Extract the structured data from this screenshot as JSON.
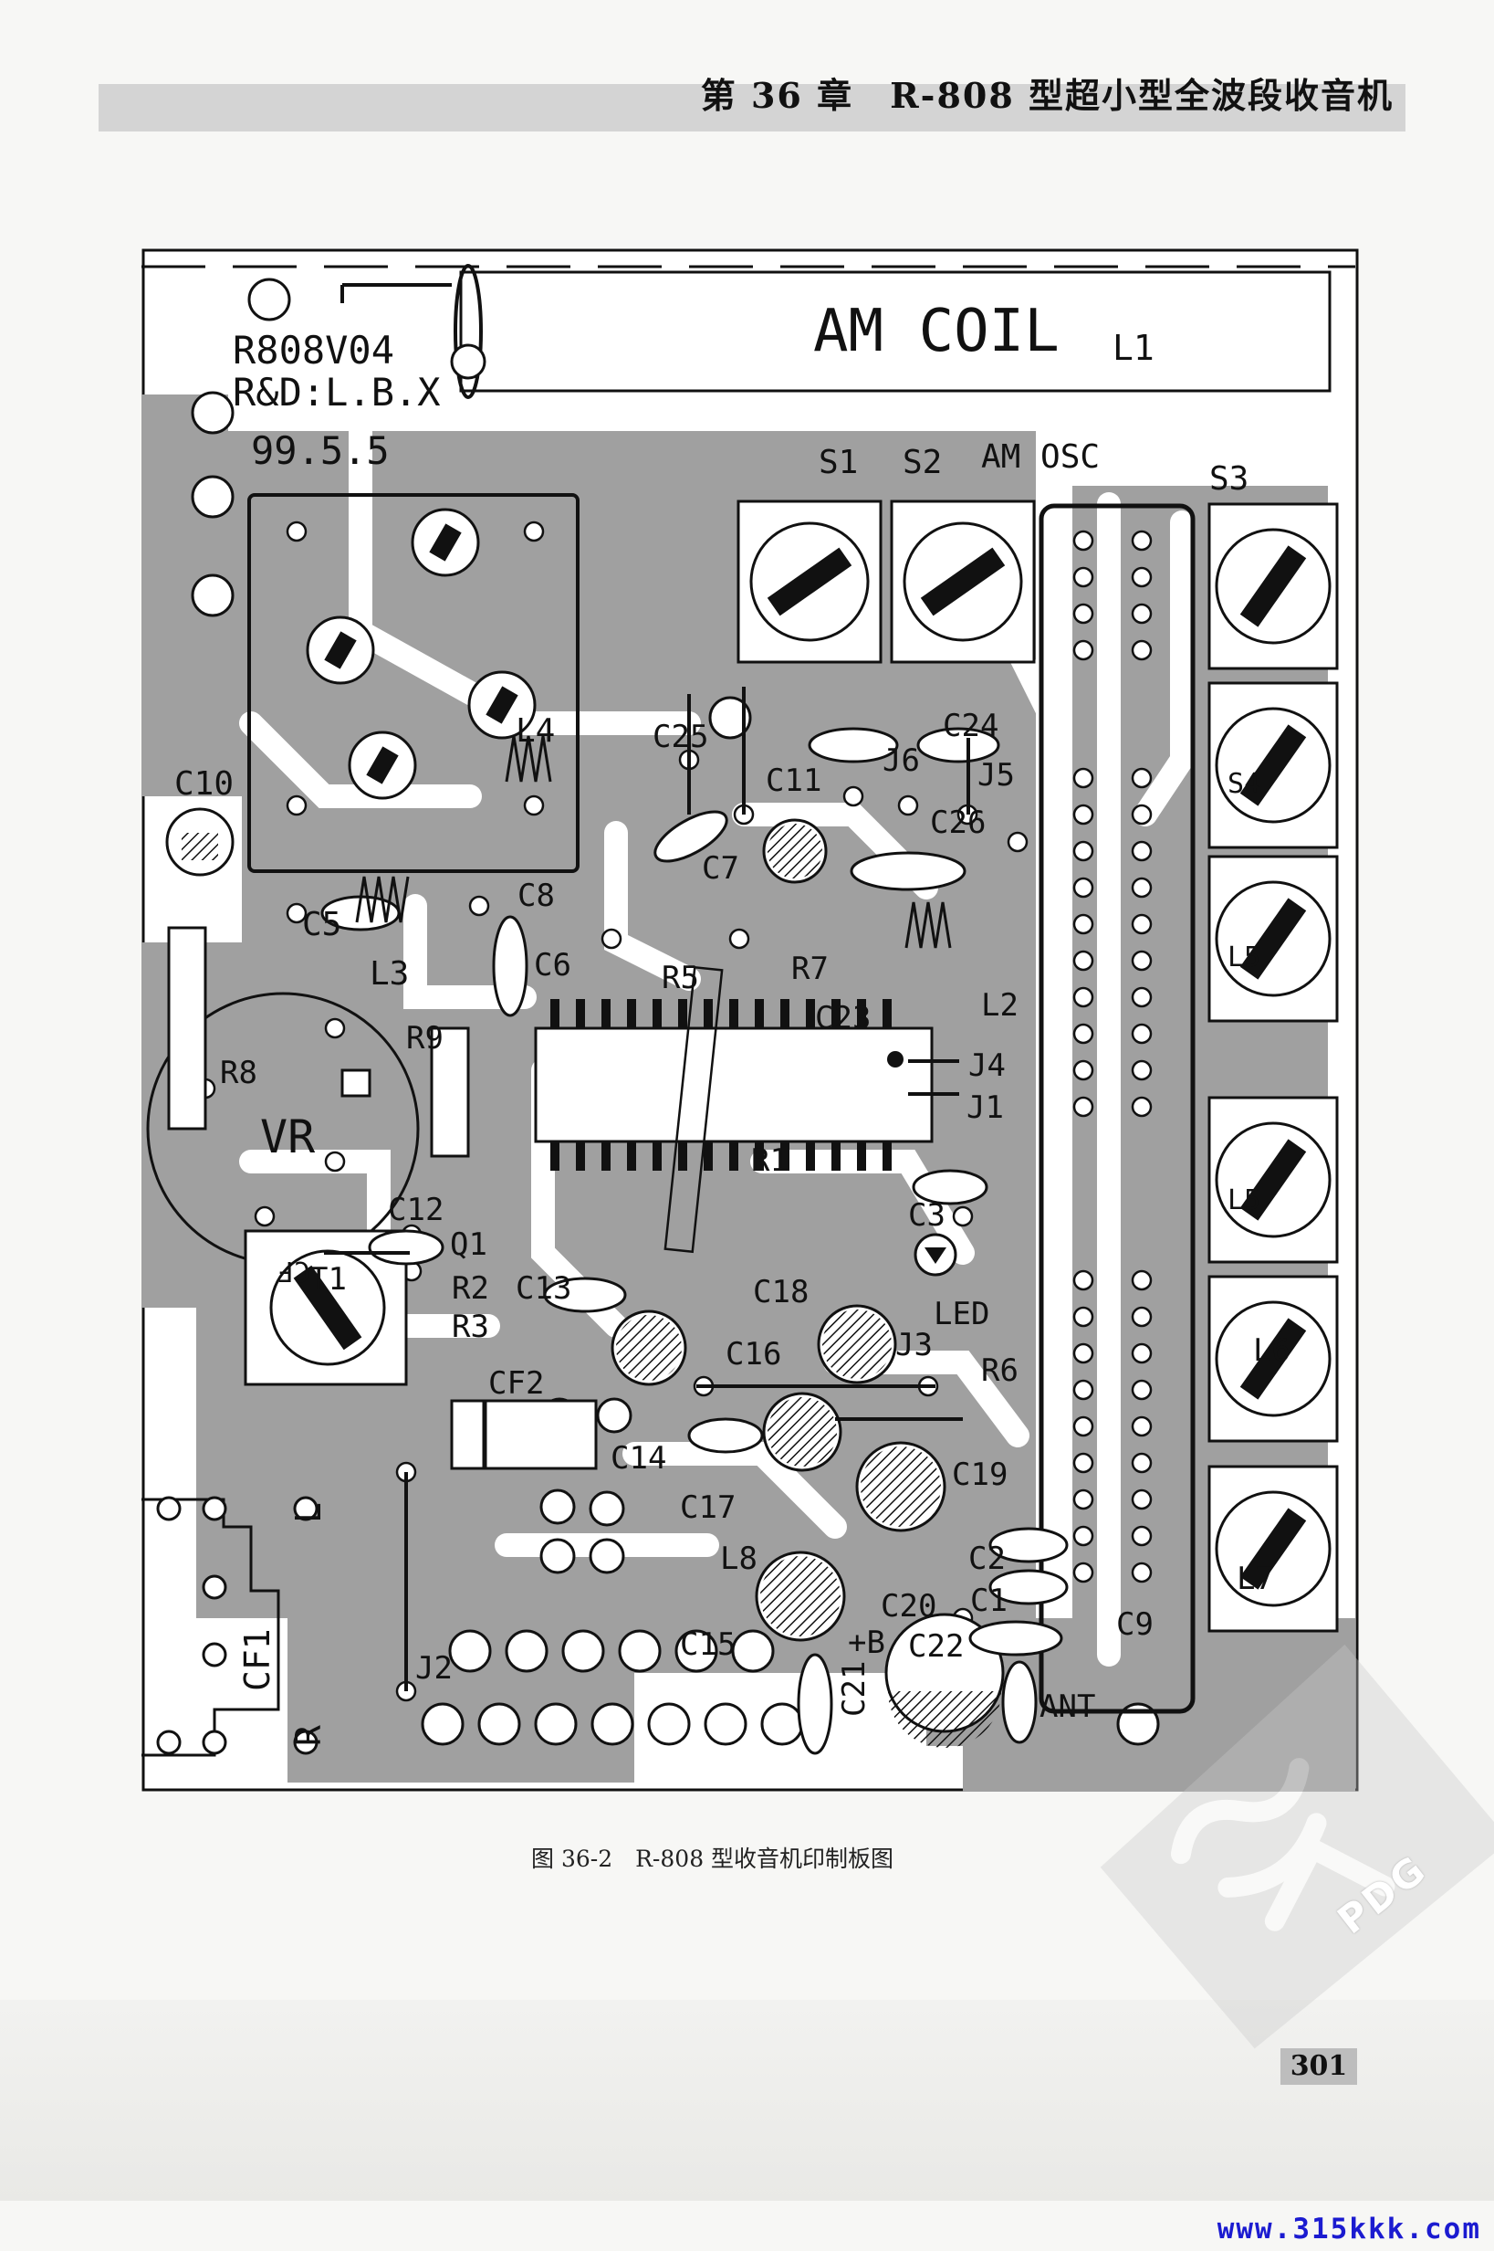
{
  "header": {
    "title": "第 36 章　R-808 型超小型全波段收音机"
  },
  "board": {
    "model": "R808V04",
    "designer": "R&D:L.B.X",
    "date": "99.5.5",
    "coil_label": "AM COIL",
    "coil_ref": "L1",
    "switch_labels": [
      "S1",
      "S2",
      "AM OSC",
      "S3"
    ],
    "coil_slots": [
      "S4",
      "L5",
      "L5",
      "L6",
      "L7"
    ],
    "component_labels": [
      "C10",
      "C5",
      "L3",
      "L4",
      "C25",
      "C11",
      "C7",
      "C8",
      "C6",
      "R5",
      "R7",
      "J6",
      "C24",
      "J5",
      "C26",
      "L2",
      "C23",
      "R9",
      "R8",
      "VR",
      "J4",
      "J1",
      "R1",
      "C12",
      "Q1",
      "T1",
      "R2",
      "R3",
      "C13",
      "C3",
      "LED",
      "C18",
      "CF2",
      "C14",
      "C16",
      "J3",
      "R6",
      "C19",
      "C17",
      "L8",
      "C2",
      "C20",
      "C1",
      "C9",
      "C15",
      "+B",
      "C22",
      "C21",
      "ANT",
      "J2",
      "CF1",
      "L",
      "R"
    ]
  },
  "caption": "图 36-2　R-808 型收音机印制板图",
  "page_number": "301",
  "watermark": "PDG",
  "site_url": "www.315kkk.com",
  "colors": {
    "copper": "#9e9e9e",
    "board": "#ffffff",
    "ink": "#111111",
    "url": "#1b1bd0"
  }
}
